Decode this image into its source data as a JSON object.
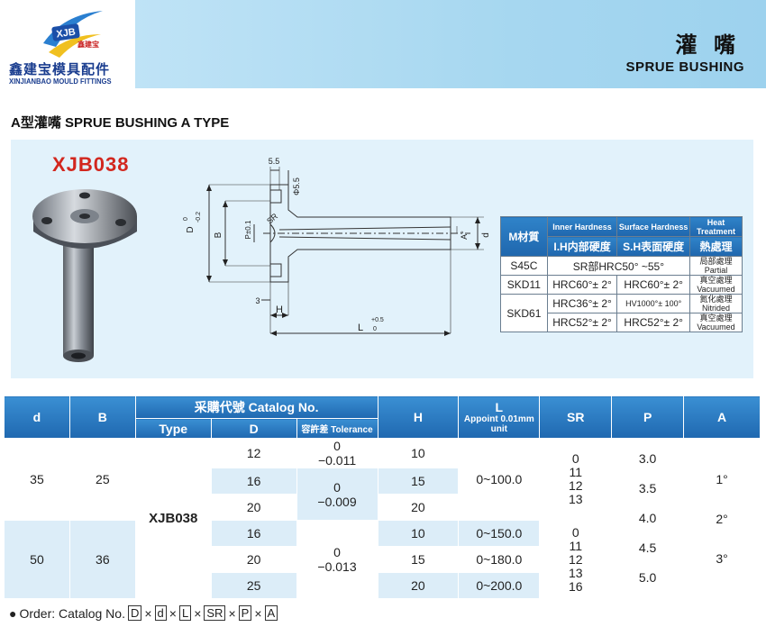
{
  "header": {
    "logo_badge": "XJB",
    "logo_badge_cn": "鑫建宝",
    "logo_cn": "鑫建宝模具配件",
    "logo_en": "XINJIANBAO MOULD FITTINGS",
    "title_cn": "灌 嘴",
    "title_en": "SPRUE BUSHING"
  },
  "section_title": "A型灌嘴  SPRUE BUSHING A TYPE",
  "model_code": "XJB038",
  "drawing": {
    "dim_top": "5.5",
    "dim_phi": "Φ5.5",
    "dim_D": "D",
    "dim_D_tol_top": "0",
    "dim_D_tol_bottom": "-0.2",
    "dim_B": "B",
    "dim_P": "P±0.1",
    "dim_SR": "SR",
    "dim_A": "A°",
    "dim_d": "d",
    "dim_3": "3",
    "dim_H": "H",
    "dim_L": "L",
    "dim_L_tol_top": "+0.5",
    "dim_L_tol_bottom": "0"
  },
  "material_table": {
    "headers": {
      "material": "M材質",
      "inner_en": "Inner Hardness",
      "surface_en": "Surface Hardness",
      "heat_en": "Heat Treatment",
      "inner_cn": "I.H内部硬度",
      "surface_cn": "S.H表面硬度",
      "heat_cn": "熱處理"
    },
    "rows": [
      {
        "material": "S45C",
        "inner": "SR部HRC50°  ~55°",
        "surface": "",
        "heat1": "局部處理",
        "heat2": "Partial"
      },
      {
        "material": "SKD11",
        "inner": "HRC60°± 2°",
        "surface": "HRC60°± 2°",
        "heat1": "真空處理",
        "heat2": "Vacuumed"
      },
      {
        "material": "SKD61",
        "inner": "HRC36°± 2°",
        "surface": "HV1000°± 100°",
        "heat1": "氮化處理",
        "heat2": "Nitrided"
      },
      {
        "material": "",
        "inner": "HRC52°± 2°",
        "surface": "HRC52°± 2°",
        "heat1": "真空處理",
        "heat2": "Vacuumed"
      }
    ]
  },
  "main_table": {
    "headers": {
      "d": "d",
      "B": "B",
      "catalog": "采購代號 Catalog No.",
      "type": "Type",
      "D": "D",
      "tolerance": "容許差 Tolerance",
      "H": "H",
      "L": "L",
      "L_unit": "Appoint 0.01mm unit",
      "SR": "SR",
      "P": "P",
      "A": "A"
    },
    "group1": {
      "d": "35",
      "B": "25",
      "rows": [
        {
          "D": "12",
          "tol_top": "0",
          "tol_bottom": "−0.011",
          "H": "10"
        },
        {
          "D": "16",
          "tol_top": "0",
          "tol_bottom": "−0.009",
          "H": "15"
        },
        {
          "D": "20",
          "H": "20"
        }
      ],
      "L": "0~100.0",
      "SR": [
        "0",
        "11",
        "12",
        "13"
      ]
    },
    "group2": {
      "d": "50",
      "B": "36",
      "rows": [
        {
          "D": "16",
          "H": "10",
          "L": "0~150.0"
        },
        {
          "D": "20",
          "H": "15",
          "L": "0~180.0"
        },
        {
          "D": "25",
          "H": "20",
          "L": "0~200.0"
        }
      ],
      "tol_top": "0",
      "tol_bottom": "−0.013",
      "SR": [
        "0",
        "11",
        "12",
        "13",
        "16"
      ]
    },
    "type": "XJB038",
    "P": [
      "3.0",
      "3.5",
      "4.0",
      "4.5",
      "5.0"
    ],
    "A": [
      "1°",
      "2°",
      "3°"
    ]
  },
  "order": {
    "label": "Order:  Catalog No.",
    "boxes": [
      "D",
      "d",
      "L",
      "SR",
      "P",
      "A"
    ],
    "sep": "×"
  }
}
